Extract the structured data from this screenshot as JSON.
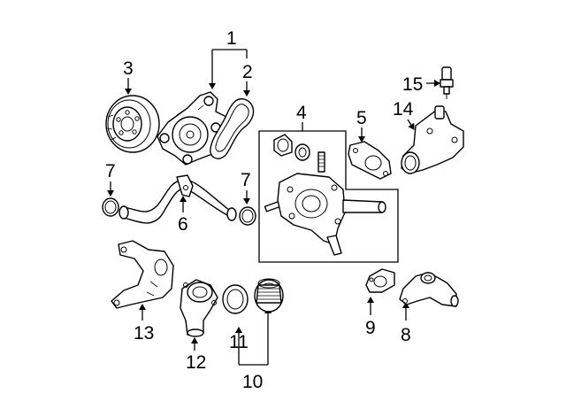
{
  "callouts": [
    {
      "id": "1",
      "text": "1"
    },
    {
      "id": "2",
      "text": "2"
    },
    {
      "id": "3",
      "text": "3"
    },
    {
      "id": "4",
      "text": "4"
    },
    {
      "id": "5",
      "text": "5"
    },
    {
      "id": "6",
      "text": "6"
    },
    {
      "id": "7a",
      "text": "7"
    },
    {
      "id": "7b",
      "text": "7"
    },
    {
      "id": "8",
      "text": "8"
    },
    {
      "id": "9",
      "text": "9"
    },
    {
      "id": "10",
      "text": "10"
    },
    {
      "id": "11",
      "text": "11"
    },
    {
      "id": "12",
      "text": "12"
    },
    {
      "id": "13",
      "text": "13"
    },
    {
      "id": "14",
      "text": "14"
    },
    {
      "id": "15",
      "text": "15"
    }
  ]
}
